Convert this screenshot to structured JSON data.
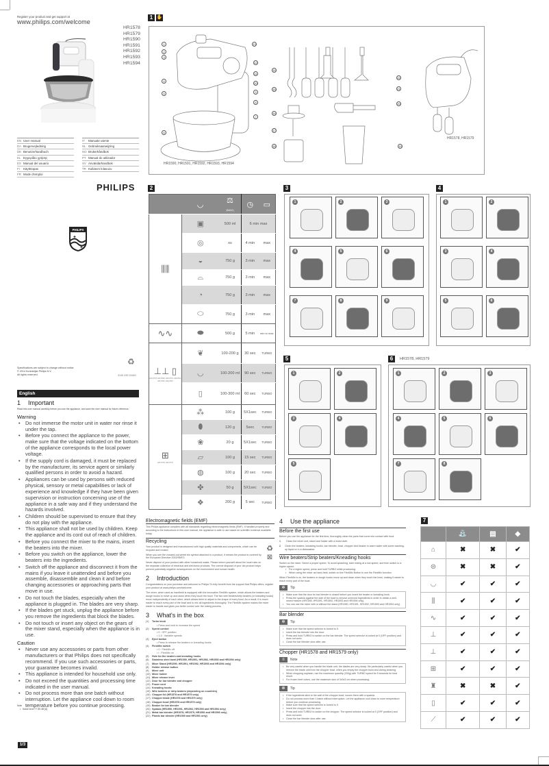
{
  "cover": {
    "register_text": "Register your product and get support at",
    "url": "www.philips.com/welcome",
    "models": [
      "HR1578",
      "HR1579",
      "HR1590",
      "HR1591",
      "HR1592",
      "HR1593",
      "HR1594"
    ],
    "languages_left": [
      {
        "code": "EN",
        "label": "User manual"
      },
      {
        "code": "DA",
        "label": "Brugervejledning"
      },
      {
        "code": "DE",
        "label": "Benutzerhandbuch"
      },
      {
        "code": "EL",
        "label": "Εγχειρίδιο χρήσης"
      },
      {
        "code": "ES",
        "label": "Manual del usuario"
      },
      {
        "code": "FI",
        "label": "Käyttöopas"
      },
      {
        "code": "FR",
        "label": "Mode d'emploi"
      }
    ],
    "languages_right": [
      {
        "code": "IT",
        "label": "Manuale utente"
      },
      {
        "code": "NL",
        "label": "Gebruiksaanwijzing"
      },
      {
        "code": "NO",
        "label": "Brukerhåndbok"
      },
      {
        "code": "PT",
        "label": "Manual do utilizador"
      },
      {
        "code": "SV",
        "label": "Användarhandbok"
      },
      {
        "code": "TR",
        "label": "Kullanım kılavuzu"
      }
    ],
    "brand": "PHILIPS",
    "shield_text": "PHILIPS",
    "specs": [
      "Specifications are subject to change without notice",
      "© 2014 Koninklijke Philips N.V.",
      "All rights reserved."
    ],
    "doc_code": "3140 035 31683"
  },
  "english": {
    "language_bar": "English",
    "important": {
      "num": "1",
      "title": "Important",
      "intro": "Read this user manual carefully before you use the appliance, and save the user manual for future reference."
    },
    "warning_title": "Warning",
    "warnings": [
      "Do not immerse the motor unit in water nor rinse it under the tap.",
      "Before you connect the appliance to the power, make sure that the voltage indicated on the bottom of the appliance corresponds to the local power voltage.",
      "If the supply cord is damaged, it must be replaced by the manufacturer, its service agent or similarly qualified persons in order to avoid a hazard.",
      "Appliances can be used by persons with reduced physical, sensory or metal capabilities or lack of experience and knowledge if they have been given supervision or instruction concerning use of the appliance in a safe way and if they understand the hazards involved.",
      "Children should be supervised to ensure that they do not play with the appliance.",
      "This appliance shall not be used by children.  Keep the appliance and its cord out of reach of children.",
      "Before you connect the mixer to the mains, insert the beaters into the mixer.",
      "Before you switch on the appliance, lower the beaters into the ingredients.",
      "Switch off the appliance and disconnect it from the mains if you leave it unattended and before you assemble, disassemble and clean it and before changing accessories or approaching parts that move in use.",
      "Do not touch the blades, especially when the appliance is plugged in. The blades are very sharp.",
      "If the blades get stuck, unplug the appliance before you remove the ingredients that block the blades.",
      "Do not touch or insert any object on the gears of the mixer stand, especially when the appliance is in use."
    ],
    "caution_title": "Caution",
    "cautions": [
      "Never use any accessories or parts from other manufacturers or that Philips does not specifically recommend. If you use such accessories or parts, your guarantee becomes invalid.",
      "This appliance is intended for household use only.",
      "Do not exceed the quantities and processing time indicated in the user manual.",
      "Do not process more than one batch without interruption. Let the appliance cool down to room temperature before you continue processing."
    ],
    "note_title": "Note",
    "note": "Noise level ?? 85 dB [A]",
    "page": "1/3"
  },
  "panel1": {
    "label": "1",
    "callouts": [
      "1",
      "2",
      "3",
      "4",
      "5",
      "6",
      "7",
      "8",
      "9",
      "10",
      "11",
      "12",
      "13",
      "14",
      "15",
      "16",
      "17",
      "18",
      "19",
      "20",
      "21",
      "22"
    ],
    "caption_stand": "HR1590, HR1591, HR1592, HR1593, HR1594",
    "caption_hand": "HR1578, HR1579"
  },
  "panel2": {
    "label": "2",
    "header_icons": [
      "bowl-icon",
      "weight-max-icon",
      "timer-icon",
      "speed-icon"
    ],
    "header_max": "(MAX)",
    "groups": [
      {
        "tool": "beaters-icon",
        "rows": [
          {
            "food": "cream-carton-icon",
            "qty": "500 ml",
            "time": "6 min max",
            "speed": "",
            "shade": true
          },
          {
            "food": "eggs-icon",
            "qty": "xs",
            "time": "4 min",
            "speed": "max",
            "shade": false
          },
          {
            "food": "pancake-icon",
            "qty": "750 g",
            "time": "3 min",
            "speed": "max",
            "shade": true
          },
          {
            "food": "cake-icon",
            "qty": "750 g",
            "time": "3 min",
            "speed": "max",
            "shade": false
          },
          {
            "food": "sauce-icon",
            "qty": "750 g",
            "time": "3 min",
            "speed": "max",
            "shade": true
          },
          {
            "food": "potato-icon",
            "qty": "750 g",
            "time": "3 min",
            "speed": "max",
            "shade": false
          }
        ]
      },
      {
        "tool": "kneading-hooks-icon",
        "rows": [
          {
            "food": "bread-icon",
            "qty": "500 g",
            "time": "5 min",
            "speed": "min to max",
            "shade": false
          }
        ]
      },
      {
        "tool": "bar-blender-icon",
        "tool_caption": "HR1578 HR1590 HR1579 HR1591 HR1592 HR1593",
        "rows": [
          {
            "food": "vegetables-icon",
            "qty": "100-200 g",
            "time": "30 sec",
            "speed": "TURBO",
            "shade": false
          },
          {
            "food": "soup-icon",
            "qty": "100-200 ml",
            "time": "90 sec",
            "speed": "TURBO",
            "shade": true
          },
          {
            "food": "milkshake-icon",
            "qty": "100-300 ml",
            "time": "60 sec",
            "speed": "TURBO",
            "shade": false
          }
        ]
      },
      {
        "tool": "chopper-icon",
        "tool_caption": "HR1578 HR1579",
        "rows": [
          {
            "food": "nuts-icon",
            "qty": "100 g",
            "time": "5X1sec",
            "speed": "TURBO",
            "shade": false
          },
          {
            "food": "meat-icon",
            "qty": "120 g",
            "time": "5sec",
            "speed": "TURBO",
            "shade": true
          },
          {
            "food": "herbs-icon",
            "qty": "20 g",
            "time": "5X1sec",
            "speed": "TURBO",
            "shade": false
          },
          {
            "food": "cheese-icon",
            "qty": "100 g",
            "time": "15 sec",
            "speed": "TURBO",
            "shade": true
          },
          {
            "food": "onion-icon",
            "qty": "100 g",
            "time": "20 sec",
            "speed": "TURBO",
            "shade": false
          },
          {
            "food": "garlic-icon",
            "qty": "50 g",
            "time": "5X1sec",
            "speed": "TURBO",
            "shade": true
          },
          {
            "food": "ice-icon",
            "qty": "200 g",
            "time": "5 sec",
            "speed": "TURBO",
            "shade": false
          }
        ]
      }
    ]
  },
  "panel3": {
    "label": "3",
    "steps": [
      "1",
      "2",
      "3",
      "4",
      "5",
      "6",
      "7",
      "8",
      "9"
    ]
  },
  "panel4": {
    "label": "4",
    "steps": [
      "1",
      "2",
      "3",
      "4",
      "5",
      "6"
    ]
  },
  "panel5": {
    "label": "5",
    "steps": [
      "1",
      "2",
      "3",
      "4",
      "5"
    ]
  },
  "panel6": {
    "label": "6",
    "caption": "HR1578, HR1579",
    "steps": [
      "1",
      "2",
      "3",
      "4",
      "5",
      "6",
      "7",
      "8"
    ]
  },
  "emf": {
    "title": "Electromagnetic fields (EMF)",
    "text": "This Philips appliance complies with all standards regarding electromagnetic fields (EMF). If handled properly and according to the instructions in this user manual, the appliance is safe to use based on scientific evidence available today."
  },
  "recycling": {
    "title": "Recycling",
    "p1": "Your product is designed and manufactured with high quality materials and components, which can be recycled and reused.",
    "p2": "When you see the crossed-out wheel bin symbol attached to a product, it means the product is covered by the European Directive 2002/96/EC:",
    "p3": "Never dispose of your product with other household waste. Please inform yourself about the local rules on the separate collection of electrical and electronic products. The correct disposal of your old product helps prevent potentially negative consequences on the environment and human health."
  },
  "introduction": {
    "num": "2",
    "title": "Introduction",
    "p1": "Congratulations on your purchase and welcome to Philips! To fully benefit from the support that Philips offers, register your product at www.philips.com/welcome.",
    "p2": "The mixer, when used as handheld is equipped with the innovative FlexiMix system, which allows the beaters and dough hooks to move up and down when they touch the bowl. The two wire beaters/strip beaters (or kneading hooks) move independently of each other, which allows them to adjust to the shape of every bowl. As a result, it is much easier to reach every part of the bowl and to mix all ingredients thoroughly. The FlexiMix system makes the mixer easier to handle and gives you better control over the mixing process."
  },
  "in_the_box": {
    "num": "3",
    "title": "What's in the box",
    "items": [
      {
        "n": "1",
        "label": "Turbo knob",
        "sub": [
          "Press and hold to increase the speed"
        ]
      },
      {
        "n": "2",
        "label": "Speed control",
        "sub": [
          "0 : OFF position",
          "1-5 : Variable speeds"
        ]
      },
      {
        "n": "3",
        "label": "Eject button",
        "sub": [
          "Press to release the beaters or kneading hooks"
        ]
      },
      {
        "n": "4",
        "label": "FlexiMix switch",
        "sub": [
          "0 : FlexiMix off",
          "I : FlexiMix on"
        ]
      },
      {
        "n": "5",
        "label": "Hole for the beaters and kneading hooks"
      },
      {
        "n": "6",
        "label": "Stainless steel bowl (HR1590, HR1591, HR1592, HR1593 and HR1594 only)"
      },
      {
        "n": "7",
        "label": "Mixer Stand (HR1590, HR1591, HR1592, HR1593 and HR1594 only)"
      },
      {
        "n": "8",
        "label": "Holder release button"
      },
      {
        "n": "9",
        "label": "Mixer unit"
      },
      {
        "n": "10",
        "label": "Mixer holder"
      },
      {
        "n": "11",
        "label": "Mixer release lever"
      },
      {
        "n": "12",
        "label": "Door for bar blender and chopper"
      },
      {
        "n": "13",
        "label": "Power cord"
      },
      {
        "n": "14",
        "label": "Kneading hooks"
      },
      {
        "n": "15",
        "label": "Wire beaters or strip beaters (depending on countries)"
      },
      {
        "n": "16",
        "label": "Chopper lid (HR1578 and HR1579 only)"
      },
      {
        "n": "17",
        "label": "Chopper blade (HR1578 and HR1579 only)"
      },
      {
        "n": "18",
        "label": "Chopper bowl (HR1578 and HR1579 only)"
      },
      {
        "n": "19",
        "label": "Beaker for bar blender"
      },
      {
        "n": "20",
        "label": "Spatula (HR1590, HR1591, HR1592, HR1593 and HR1594 only)"
      },
      {
        "n": "21",
        "label": "Metal bar blender (HR1578, HR1579, HR1592 and HR1593 only)"
      },
      {
        "n": "22",
        "label": "Plastic bar blender (HR1590 and HR1591 only)"
      }
    ]
  },
  "use": {
    "num": "4",
    "title": "Use the appliance",
    "first_use": {
      "title": "Before the first use",
      "intro": "Before you use the appliance for the first time, thoroughly clean the parts that come into contact with food.",
      "steps": [
        {
          "n": "1",
          "text": "Clean the mixer unit, stand and holder with a moist cloth."
        },
        {
          "n": "2",
          "text": "Clean the beaters, kneading hooks, bar blender, bowl, chopper and beaker in warm water with some washing-up liquid or in a dishwasher."
        }
      ]
    },
    "beaters": {
      "title": "Wire beaters/Strip beaters/Kneading hooks",
      "p1": "Switch on the mixer. Select a proper speed. To avoid splashing, start mixing at a low speed, and then switch to a higher speed.",
      "bullets": [
        "For a higher speed, press and hold TURBO while processing.",
        "When using the mixer as hand-held, switch on the FlexiMix Button to use the FlexiMix function."
      ],
      "p2": "When FlexiMix is on, the beaters or dough hooks move up and down when they touch the bowl, making it easier to reach every part of the bowl.",
      "tip_label": "Tip",
      "tips": [
        "Make sure that the door for bar blender is closed before you insert the beater or kneading hook.",
        "Press the spatula against the side of the bowl to remove unmixed ingredients in order to obtain a well-mixed mixture (HR1590, HR1591, HR1592, HR1593 and HR1594 only).",
        "You can use the mixer with or without the stand (HR1590, HR1591, HR1592, HR1593 and HR1594 only)."
      ]
    },
    "bar_blender": {
      "title": "Bar blender",
      "tip_label": "Tip",
      "tips": [
        "Make sure that the speed selector is turned to 0.",
        "Insert the bar blender into the door.",
        "Press and hold TURBO to switch on the bar blender. The speed selector is locked at 0 (OFF position) and does not work.",
        "Close the bar blender door after use."
      ]
    },
    "chopper": {
      "title": "Chopper (HR1578 and HR1579 only)",
      "note_label": "Note",
      "notes": [
        "Be very careful when you handle the blade unit, the blades are very sharp. Be particularly careful when you remove the blade unit from the chopper bowl, when you empty the chopper bowl and during cleaning.",
        "When chopping soybean, use the maximum quantity (200g) with TURBO speed for 5 seconds for best result.",
        "For frozen beef cubes, use the maximum size of 3x3x3 cm when processing."
      ],
      "tip_label": "Tip",
      "tips": [
        "If the ingredients stick to the wall of the chopper bowl, loosen them with a spatula.",
        "Do not process more than 1 batch without interruption. Let the appliance cool down to room temperature before you continue processing.",
        "Make sure that the speed selector is turned to 0.",
        "Insert the chopper into the door.",
        "Press and hold TURBO to switch on the chopper. The speed selector is locked at 0 (OFF position) and does not work.",
        "Close the bar blender door after use."
      ]
    }
  },
  "panel7": {
    "label": "7",
    "header_icons": [
      "tap-water-icon",
      "dishwasher-icon",
      "cloth-icon"
    ],
    "rows": [
      {
        "part": "mixer-unit-icon",
        "values": [
          "no",
          "no",
          "yes"
        ]
      },
      {
        "part": "mixer-stand-icon",
        "values": [
          "no",
          "no",
          "yes"
        ]
      },
      {
        "part": "bowl-icon",
        "values": [
          "yes",
          "yes",
          "yes"
        ]
      },
      {
        "part": "beaters-icon",
        "values": [
          "yes",
          "yes",
          "yes"
        ]
      },
      {
        "part": "kneading-hooks-icon",
        "values": [
          "yes",
          "yes",
          "yes"
        ]
      },
      {
        "part": "metal-bar-blender-icon",
        "values": [
          "yes",
          "yes",
          "yes"
        ]
      },
      {
        "part": "plastic-bar-blender-icon",
        "values": [
          "yes",
          "yes",
          "yes"
        ]
      },
      {
        "part": "chopper-bowl-icon",
        "values": [
          "yes",
          "yes",
          "yes"
        ]
      },
      {
        "part": "chopper-lid-icon",
        "values": [
          "no",
          "no",
          "yes"
        ]
      },
      {
        "part": "beaker-icon",
        "values": [
          "yes",
          "yes",
          "yes"
        ]
      },
      {
        "part": "spatula-icon",
        "values": [
          "yes",
          "yes",
          "yes"
        ]
      }
    ]
  }
}
